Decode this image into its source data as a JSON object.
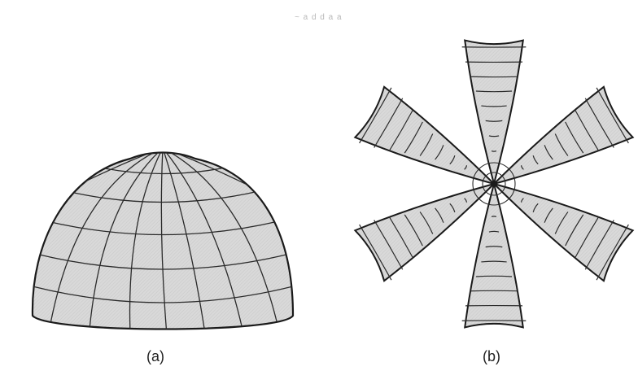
{
  "panels": [
    {
      "label": "(a)",
      "kind": "hemisphere"
    },
    {
      "label": "(b)",
      "kind": "unfolded-gores",
      "gore_count": 6
    }
  ],
  "faint_header": "~ a d d  a  a",
  "colors": {
    "fill": "#d6d6d6",
    "stroke": "#1a1a1a",
    "background": "#ffffff"
  }
}
